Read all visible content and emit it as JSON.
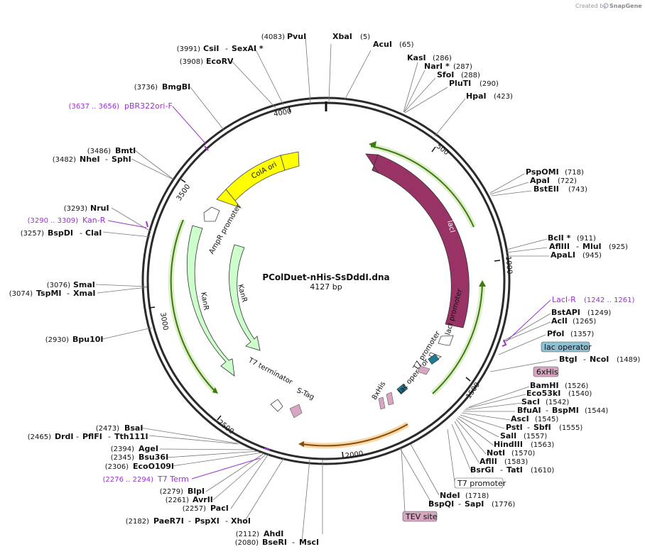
{
  "credit": {
    "prefix": "Created by",
    "brand": "SnapGene"
  },
  "plasmid": {
    "name": "PColDuet-nHis-SsDddI.dna",
    "length": "4127 bp"
  },
  "ticks": [
    "500",
    "1000",
    "1500",
    "2000",
    "2500",
    "3000",
    "3500",
    "4000"
  ],
  "sites": [
    {
      "name": "XbaI",
      "pos": "(5)"
    },
    {
      "name": "AcuI",
      "pos": "(65)"
    },
    {
      "name": "KasI",
      "pos": "(286)"
    },
    {
      "name": "NarI *",
      "pos": "(287)"
    },
    {
      "name": "SfoI",
      "pos": "(288)"
    },
    {
      "name": "PluTI",
      "pos": "(290)"
    },
    {
      "name": "HpaI",
      "pos": "(423)"
    },
    {
      "name": "PspOMI",
      "pos": "(718)"
    },
    {
      "name": "ApaI",
      "pos": "(722)"
    },
    {
      "name": "BstEII",
      "pos": "(743)"
    },
    {
      "name": "BclI *",
      "pos": "(911)"
    },
    {
      "name": "AflIII",
      "name2": "MluI",
      "pos": "(925)"
    },
    {
      "name": "ApaLI",
      "pos": "(945)"
    },
    {
      "name": "BstAPI",
      "pos": "(1249)"
    },
    {
      "name": "AclI",
      "pos": "(1265)"
    },
    {
      "name": "PfoI",
      "pos": "(1357)"
    },
    {
      "name": "BtgI",
      "name2": "NcoI",
      "pos": "(1489)"
    },
    {
      "name": "BamHI",
      "pos": "(1526)"
    },
    {
      "name": "Eco53kI",
      "pos": "(1540)"
    },
    {
      "name": "SacI",
      "pos": "(1542)"
    },
    {
      "name": "BfuAI",
      "name2": "BspMI",
      "pos": "(1544)"
    },
    {
      "name": "AscI",
      "pos": "(1545)"
    },
    {
      "name": "PstI",
      "name2": "SbfI",
      "pos": "(1555)"
    },
    {
      "name": "SalI",
      "pos": "(1557)"
    },
    {
      "name": "HindIII",
      "pos": "(1563)"
    },
    {
      "name": "NotI",
      "pos": "(1570)"
    },
    {
      "name": "AflII",
      "pos": "(1583)"
    },
    {
      "name": "BsrGI",
      "name2": "TatI",
      "pos": "(1610)"
    },
    {
      "name": "NdeI",
      "pos": "(1718)"
    },
    {
      "name": "BspQI",
      "name2": "SapI",
      "pos": "(1776)"
    },
    {
      "name": "AhdI",
      "pos": "(2112)"
    },
    {
      "name": "BseRI",
      "name2": "MscI",
      "pos": "(2080)"
    },
    {
      "name": "PaeR7I",
      "name2": "PspXI",
      "name3": "XhoI",
      "pos": "(2182)"
    },
    {
      "name": "PacI",
      "pos": "(2257)"
    },
    {
      "name": "AvrII",
      "pos": "(2261)"
    },
    {
      "name": "BlpI",
      "pos": "(2279)"
    },
    {
      "name": "EcoO109I",
      "pos": "(2306)"
    },
    {
      "name": "Bsu36I",
      "pos": "(2345)"
    },
    {
      "name": "AgeI",
      "pos": "(2394)"
    },
    {
      "name": "DrdI",
      "name2": "PflFI",
      "name3": "Tth111I",
      "pos": "(2465)"
    },
    {
      "name": "BsaI",
      "pos": "(2473)"
    },
    {
      "name": "Bpu10I",
      "pos": "(2930)"
    },
    {
      "name": "TspMI",
      "name2": "XmaI",
      "pos": "(3074)"
    },
    {
      "name": "SmaI",
      "pos": "(3076)"
    },
    {
      "name": "BspDI",
      "name2": "ClaI",
      "pos": "(3257)"
    },
    {
      "name": "NruI",
      "pos": "(3293)"
    },
    {
      "name": "NheI",
      "name2": "SphI",
      "pos": "(3482)"
    },
    {
      "name": "BmtI",
      "pos": "(3486)"
    },
    {
      "name": "BmgBI",
      "pos": "(3736)"
    },
    {
      "name": "EcoRV",
      "pos": "(3908)"
    },
    {
      "name": "CsiI",
      "name2": "SexAI *",
      "pos": "(3991)"
    },
    {
      "name": "PvuI",
      "pos": "(4083)"
    }
  ],
  "primers": [
    {
      "name": "LacI-R",
      "range": "(1242 .. 1261)"
    },
    {
      "name": "pBR322ori-F",
      "range": "(3637 .. 3656)"
    },
    {
      "name": "Kan-R",
      "range": "(3290 .. 3309)"
    },
    {
      "name": "T7 Term",
      "range": "(2276 .. 2294)"
    }
  ],
  "boxed": {
    "lac_operator": "lac operator",
    "his": "6xHis",
    "t7_promoter": "T7 promoter",
    "tev": "TEV site"
  },
  "features": {
    "colA": "ColA ori",
    "ampR": "AmpR promoter",
    "lacI": "lacI",
    "laci_prom": "lacI promoter",
    "t7_prom": "T7 promoter",
    "lac_op": "lac operator",
    "his8": "8xHis",
    "t7_term": "T7 terminator",
    "stag": "S-Tag",
    "kanr_outer": "KanR",
    "kanr_inner": "KanR"
  },
  "colors": {
    "backbone": "#2b2b2b",
    "colA": "#ffff00",
    "lacI": "#993366",
    "kanr": "#ccffcc",
    "primer": "#9933cc",
    "orf_green": "#5fa01c",
    "orf_orange": "#b8610f",
    "lac_op_box": "#8fc0d2",
    "his_box": "#d7a6c2",
    "tev_box": "#d7a6c2"
  }
}
